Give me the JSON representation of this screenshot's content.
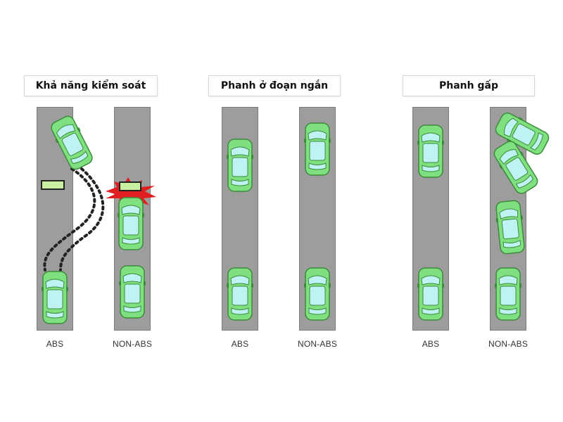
{
  "panels": [
    {
      "title": "Khả năng kiểm soát",
      "labels": [
        "ABS",
        "NON-ABS"
      ]
    },
    {
      "title": "Phanh ở đoạn ngắn",
      "labels": [
        "ABS",
        "NON-ABS"
      ]
    },
    {
      "title": "Phanh gấp",
      "labels": [
        "ABS",
        "NON-ABS"
      ]
    }
  ],
  "colors": {
    "road": "#9d9d9d",
    "car_body": "#7fe07f",
    "car_window": "#bff3f3",
    "car_outline": "#3c8a3c",
    "obstacle": "#c8f0a0",
    "impact": "#e02020",
    "path": "#222222"
  }
}
